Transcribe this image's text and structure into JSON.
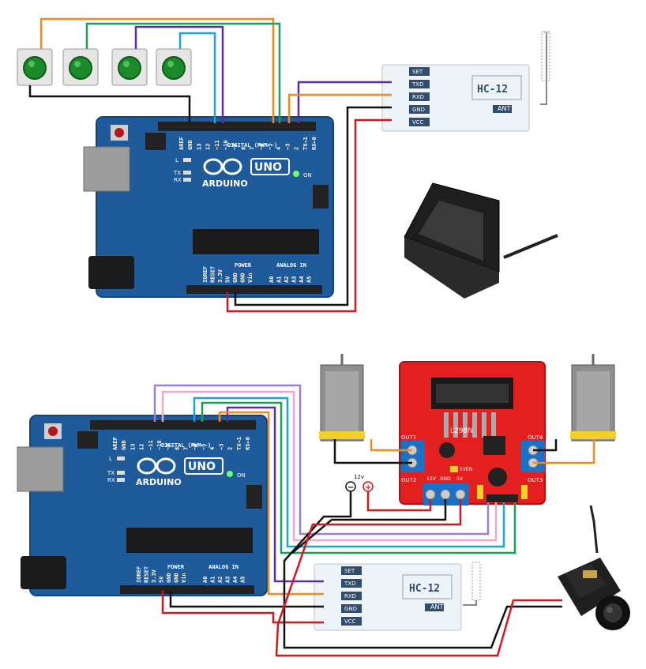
{
  "top": {
    "arduino": {
      "brand": "ARDUINO",
      "model": "UNO",
      "on_label": "ON",
      "l_label": "L",
      "tx_label": "TX",
      "rx_label": "RX",
      "digital_label": "DIGITAL (PWM ~)",
      "analog_label": "ANALOG IN",
      "power_label": "POWER",
      "digital_pins": [
        "AREF",
        "GND",
        "13",
        "12",
        "~11",
        "~10",
        "~9",
        "8",
        "7",
        "~6",
        "~5",
        "4",
        "~3",
        "2",
        "TX→1",
        "RX←0"
      ],
      "power_pins": [
        "IOREF",
        "RESET",
        "3.3V",
        "5V",
        "GND",
        "GND",
        "Vin"
      ],
      "analog_pins": [
        "A0",
        "A1",
        "A2",
        "A3",
        "A4",
        "A5"
      ]
    },
    "hc12": {
      "title": "HC-12",
      "pins": [
        "SET",
        "TXD",
        "RXD",
        "GND",
        "VCC"
      ],
      "ant": "ANT"
    }
  },
  "bottom": {
    "arduino": {
      "brand": "ARDUINO",
      "model": "UNO",
      "on_label": "ON",
      "l_label": "L",
      "tx_label": "TX",
      "rx_label": "RX",
      "digital_label": "DIGITAL (PWM ~)",
      "analog_label": "ANALOG IN",
      "power_label": "POWER",
      "digital_pins": [
        "AREF",
        "GND",
        "13",
        "12",
        "~11",
        "~10",
        "~9",
        "8",
        "7",
        "~6",
        "~5",
        "4",
        "~3",
        "2",
        "TX→1",
        "RX←0"
      ],
      "power_pins": [
        "IOREF",
        "RESET",
        "3.3V",
        "5V",
        "GND",
        "GND",
        "Vin"
      ],
      "analog_pins": [
        "A0",
        "A1",
        "A2",
        "A3",
        "A4",
        "A5"
      ]
    },
    "hc12": {
      "title": "HC-12",
      "pins": [
        "SET",
        "TXD",
        "RXD",
        "GND",
        "VCC"
      ],
      "ant": "ANT"
    },
    "l298n": {
      "chip": "L298N",
      "out1": "OUT1",
      "out2": "OUT2",
      "out3": "OUT3",
      "out4": "OUT4",
      "v12": "12V",
      "gnd": "GND",
      "v5": "5V",
      "en": "5VEN"
    },
    "supply": {
      "voltage": "12v",
      "minus": "−",
      "plus": "+"
    }
  },
  "colors": {
    "board": "#1f5a9a",
    "hc12": "#eef3f8",
    "l298n": "#e41f1f",
    "orange": "#f28a1c",
    "green": "#19a05a",
    "purple": "#5b2fa3",
    "cyan": "#1aa5d9",
    "black": "#111111",
    "red": "#d0191d",
    "pink": "#f4a6c6",
    "lavender": "#9b7fd3"
  }
}
